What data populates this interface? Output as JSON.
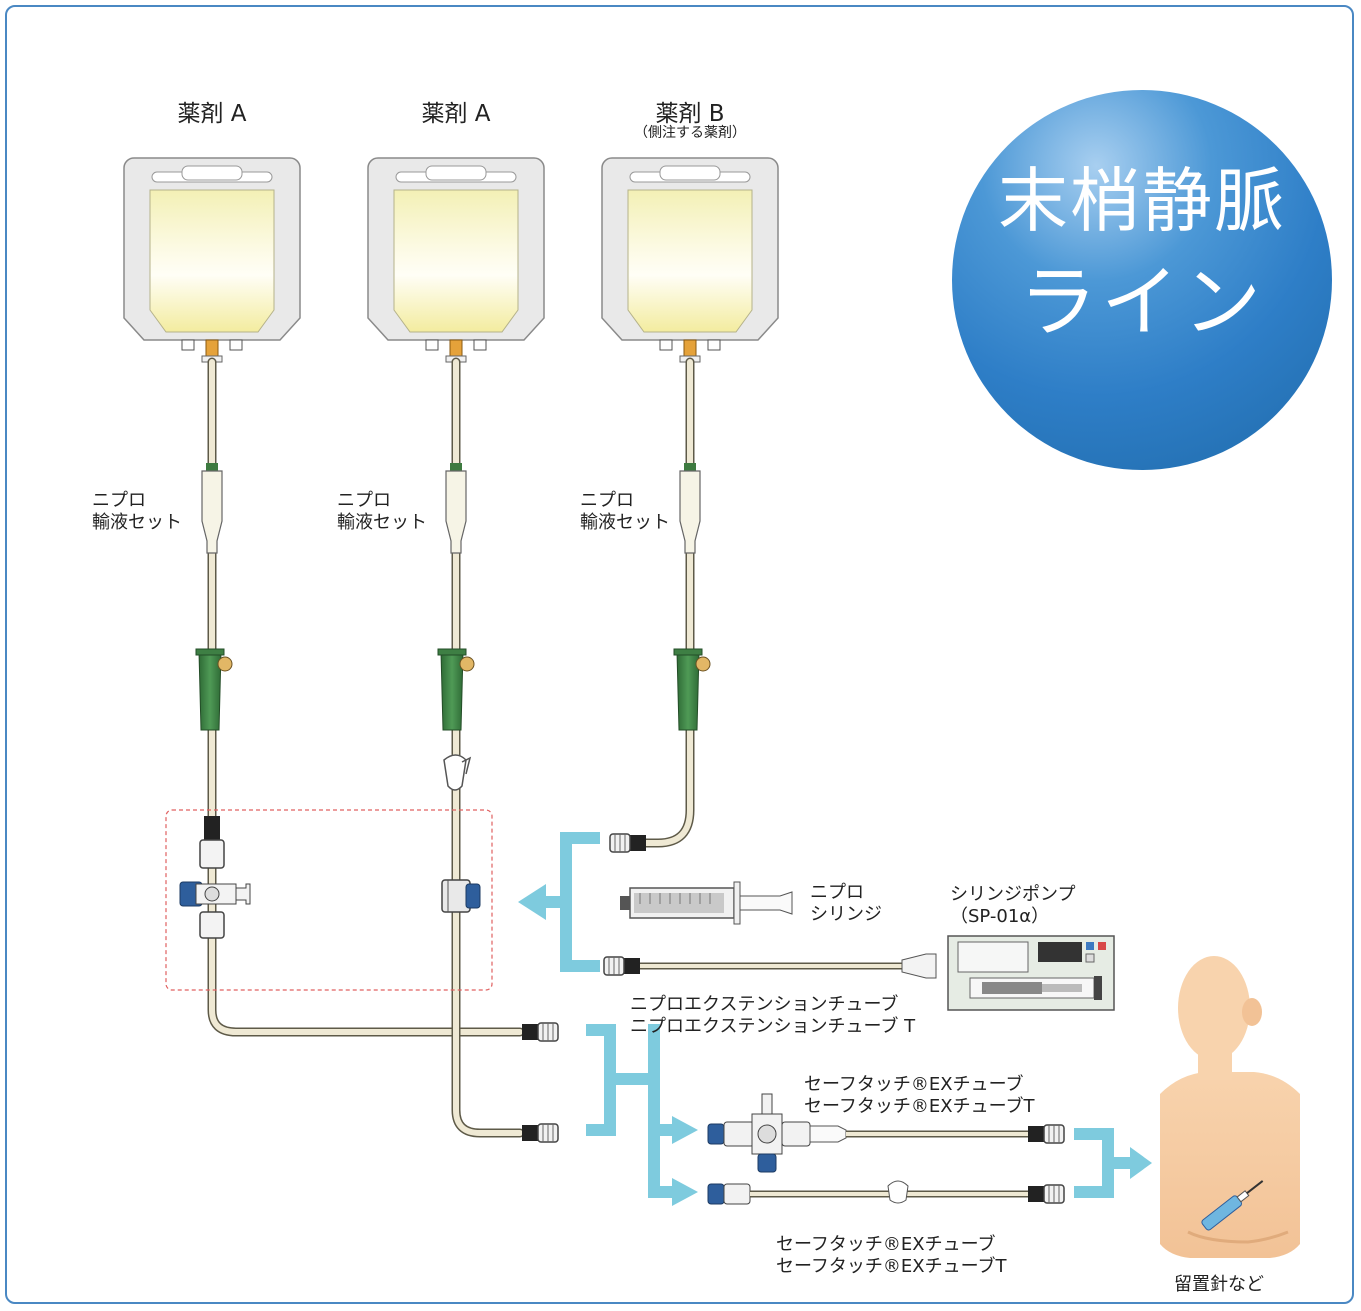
{
  "colors": {
    "accent": "#2e7ec7",
    "arrow": "#7ecbde",
    "frame": "#4a88c3",
    "clamp": "#3e7f44",
    "tube": "#efe9d4"
  },
  "badge": {
    "line1": "末梢静脈",
    "line2": "ライン"
  },
  "drugs": [
    {
      "label": "薬剤 A",
      "note": ""
    },
    {
      "label": "薬剤 A",
      "note": ""
    },
    {
      "label": "薬剤 B",
      "note": "（側注する薬剤）"
    }
  ],
  "infusion_set": {
    "line1": "ニプロ",
    "line2": "輸液セット"
  },
  "syringe": {
    "line1": "ニプロ",
    "line2": "シリンジ"
  },
  "pump": {
    "line1": "シリンジポンプ",
    "line2": "（SP-01α）"
  },
  "extension_tube": {
    "line1": "ニプロエクステンションチューブ",
    "line2": "ニプロエクステンションチューブ T"
  },
  "safetouch_top": {
    "line1": "セーフタッチ®EXチューブ",
    "line2": "セーフタッチ®EXチューブT"
  },
  "safetouch_bottom": {
    "line1": "セーフタッチ®EXチューブ",
    "line2": "セーフタッチ®EXチューブT"
  },
  "needle": {
    "label": "留置針など"
  },
  "icons": [
    "iv-bag-icon",
    "drip-chamber-icon",
    "roller-clamp-icon",
    "stopcock-icon",
    "syringe-icon",
    "syringe-pump-icon",
    "patient-icon",
    "needle-icon",
    "arrow-icon"
  ]
}
